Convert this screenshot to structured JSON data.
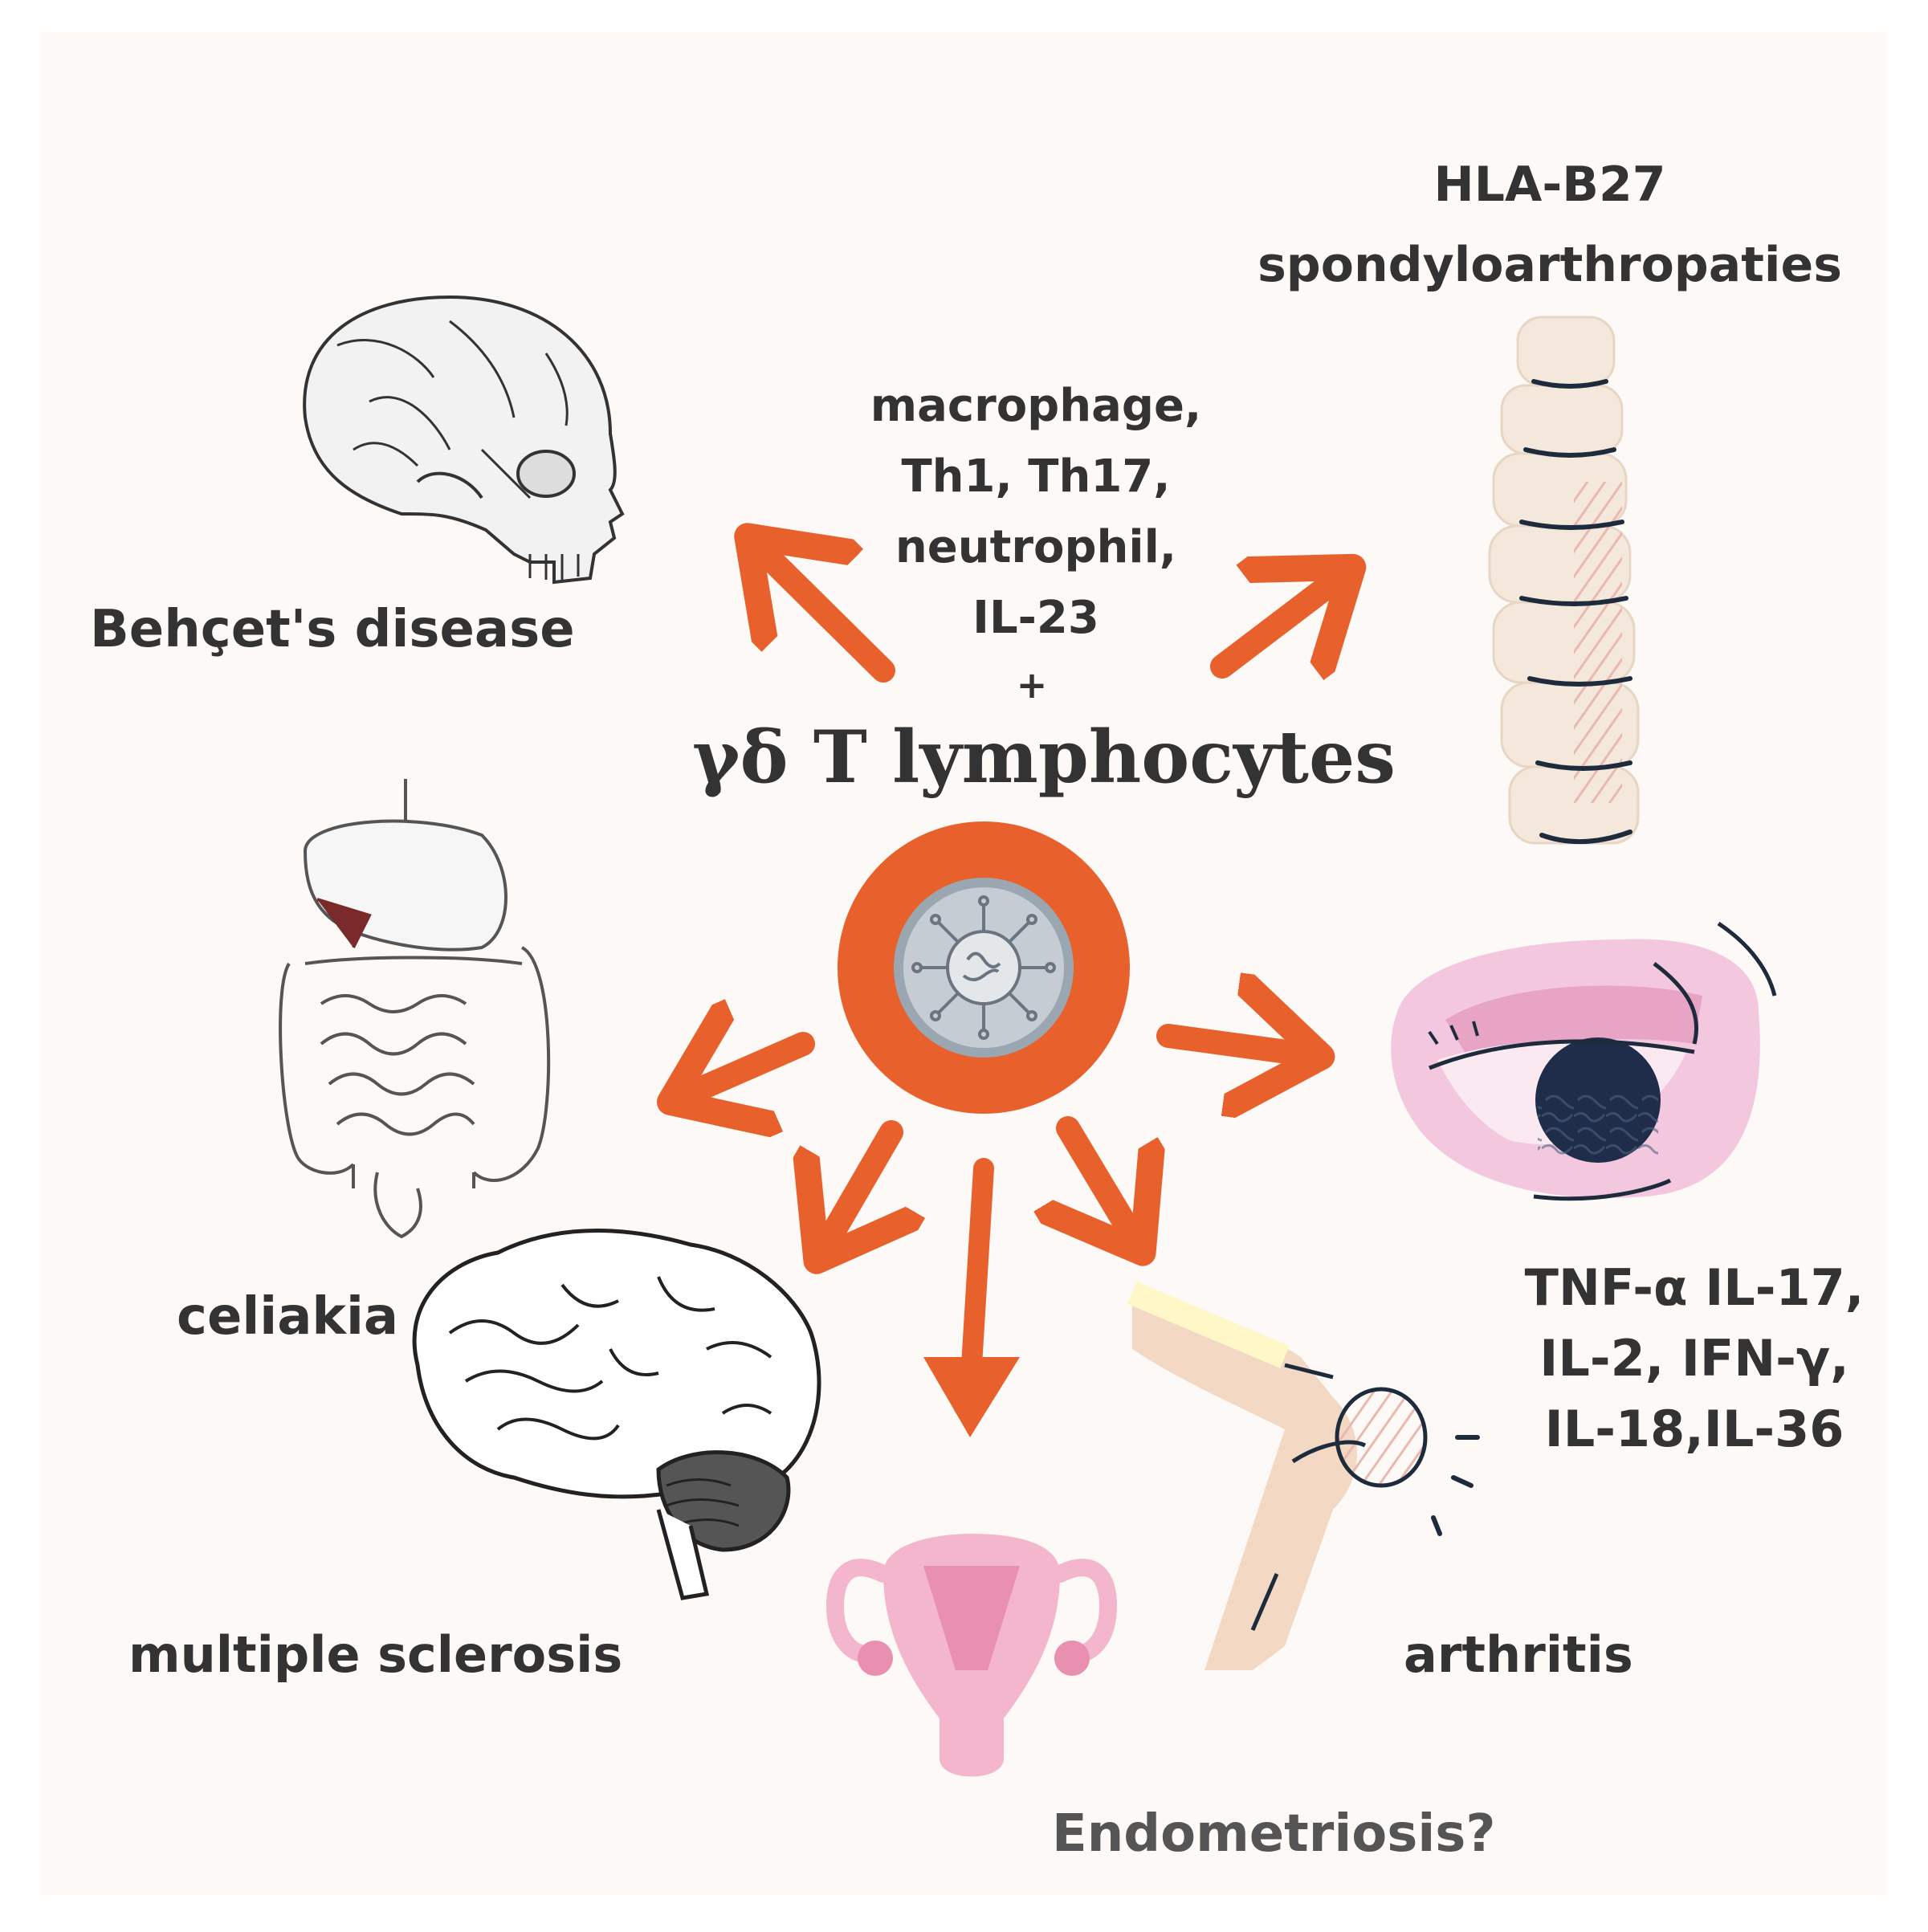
{
  "center": {
    "title": "γδ T lymphocytes",
    "plus": "+",
    "mediators": [
      "macrophage,",
      "Th1, Th17,",
      "neutrophil,",
      "IL-23"
    ]
  },
  "diseases": {
    "behcet": "Behçet's disease",
    "hla_line1": "HLA-B27",
    "hla_line2": "spondyloarthropaties",
    "celiakia": "celiakia",
    "ms": "multiple sclerosis",
    "endometriosis": "Endometriosis?",
    "arthritis": "arthritis"
  },
  "cytokines": [
    "TNF-α IL-17,",
    "IL-2, IFN-γ,",
    "IL-18,IL-36"
  ],
  "colors": {
    "accent": "#e8612c",
    "text": "#333333",
    "panel": "#fcf9f6",
    "virus": "#aab4bd",
    "eye_pink": "#f3c8de",
    "bone": "#f4e8dc"
  }
}
